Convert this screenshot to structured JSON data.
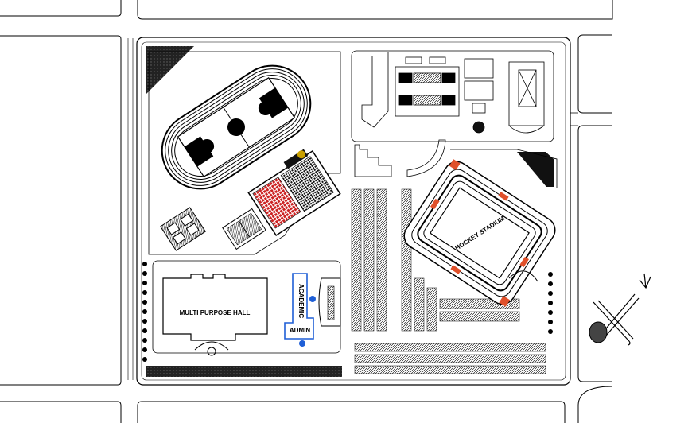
{
  "labels": {
    "multipurpose_hall": "MULTI PURPOSE HALL",
    "academic": "ACADEMIC",
    "admin": "ADMIN",
    "hockey_stadium": "HOCKEY STADIUM"
  },
  "colors": {
    "line": "#000000",
    "seating_red": "#cc2222",
    "highlight_blue": "#1f5fd6",
    "stadium_orange": "#e0502a",
    "background": "#ffffff"
  },
  "icons": [
    "north-arrow-icon",
    "hockey-sticks-icon",
    "ball-icon"
  ]
}
